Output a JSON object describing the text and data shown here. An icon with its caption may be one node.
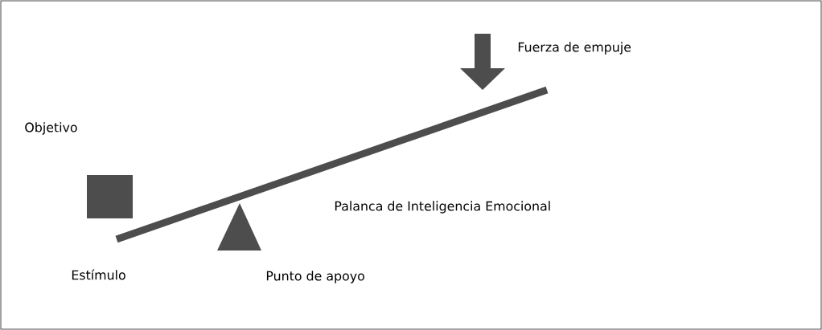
{
  "diagram": {
    "labels": [
      "Fuerza de empuje",
      "Objetivo",
      "Palanca de Inteligencia Emocional",
      "Estímulo",
      "Punto de apoyo"
    ]
  }
}
